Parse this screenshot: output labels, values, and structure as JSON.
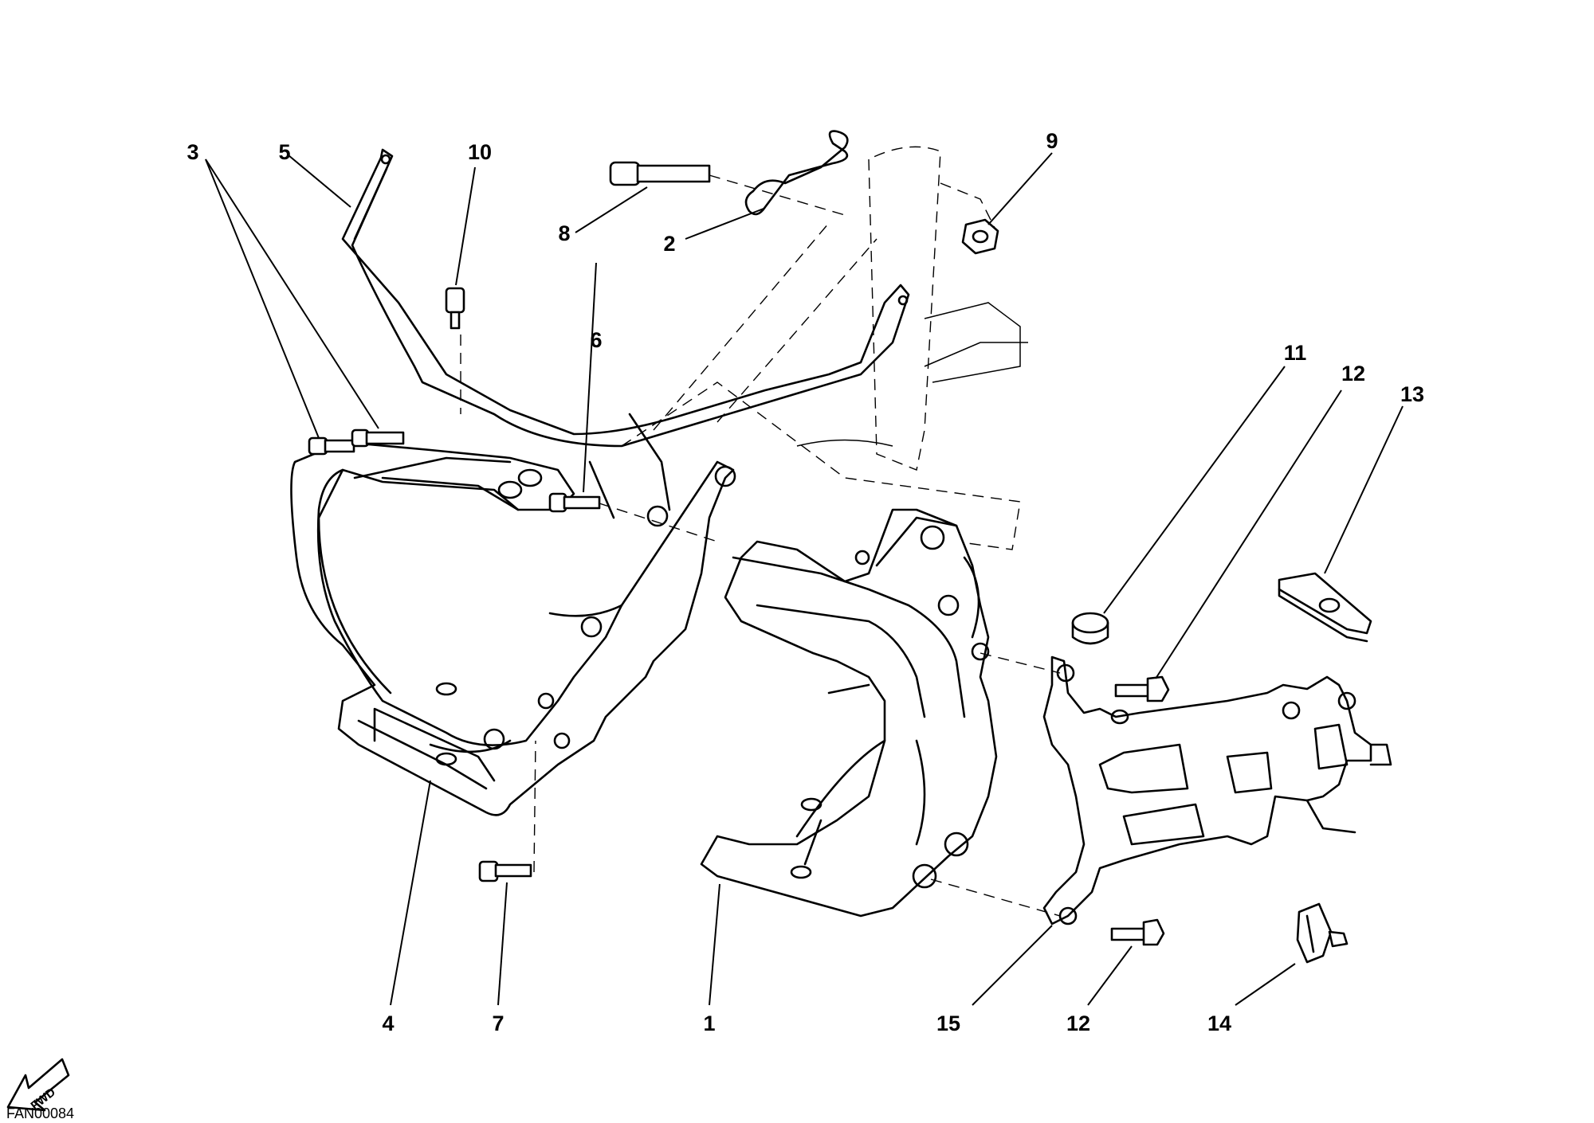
{
  "drawing_code": "FAN00084",
  "direction_label": "FWD",
  "callouts": {
    "c1": "1",
    "c2": "2",
    "c3": "3",
    "c4": "4",
    "c5": "5",
    "c6": "6",
    "c7": "7",
    "c8": "8",
    "c9": "9",
    "c10": "10",
    "c11": "11",
    "c12a": "12",
    "c12b": "12",
    "c13": "13",
    "c14": "14",
    "c15": "15"
  }
}
